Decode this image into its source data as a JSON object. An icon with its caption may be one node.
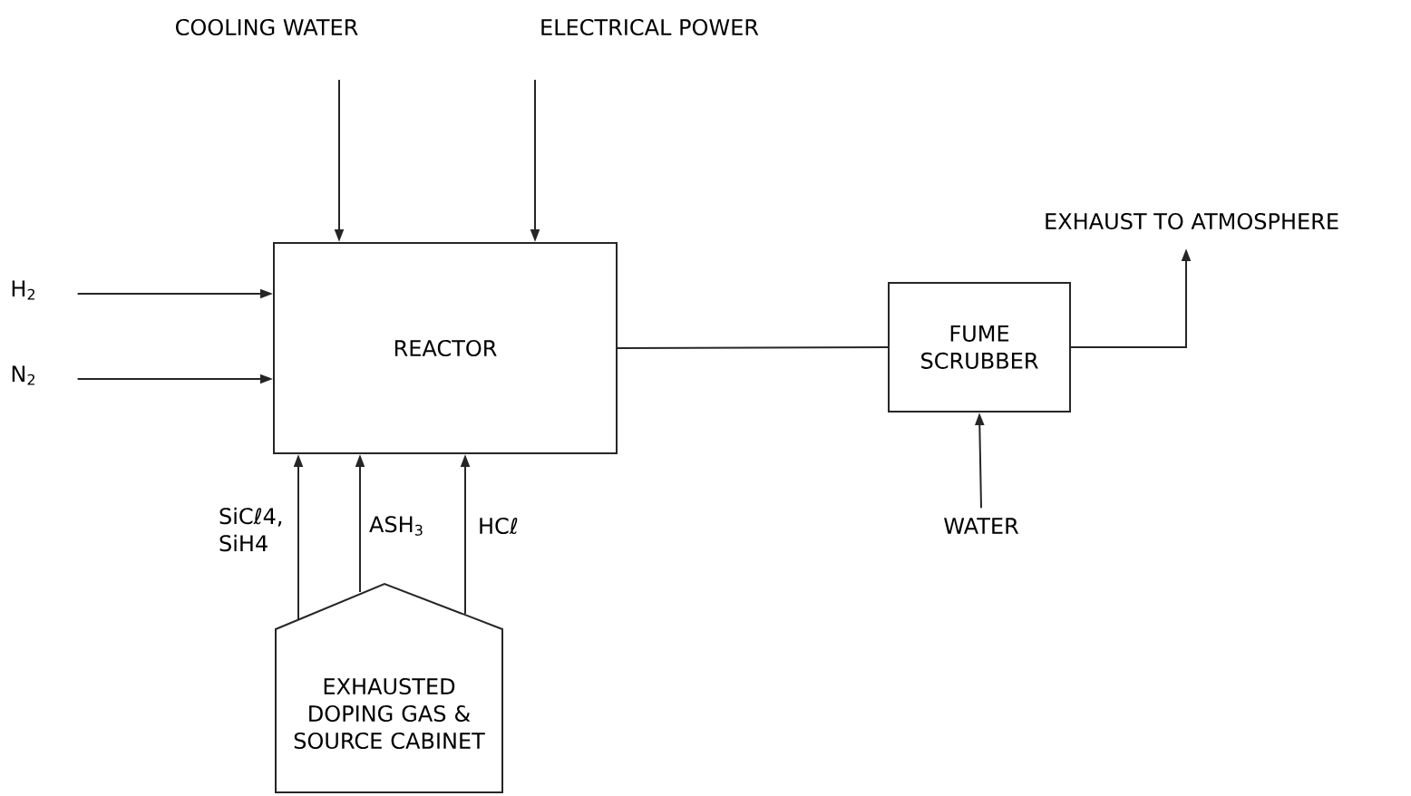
{
  "diagram": {
    "nodes": [
      {
        "text": [
          "COOLING WATER"
        ]
      },
      {
        "text": [
          "ELECTRICAL POWER"
        ]
      },
      {
        "text": [
          "H$_{2}$"
        ]
      },
      {
        "text": [
          "N$_{2}$"
        ]
      },
      {
        "text": [
          "REACTOR"
        ]
      },
      {
        "text": [
          "FUME SCRUBBER"
        ]
      },
      {
        "text": [
          "EXHAUST TO ATMOSPHERE"
        ]
      },
      {
        "text": [
          "WATER"
        ]
      },
      {
        "text": [
          "EXHAUSTED DOPING GAS & SOURCE CABINET"
        ]
      }
    ],
    "edges": [
      {
        "from": 0,
        "to": 4,
        "arrow": "to"
      },
      {
        "from": 1,
        "to": 4,
        "arrow": "to"
      },
      {
        "from": 2,
        "to": 4,
        "arrow": "to"
      },
      {
        "from": 3,
        "to": 4,
        "arrow": "to"
      },
      {
        "from": 4,
        "to": 5,
        "arrow": "none"
      },
      {
        "from": 5,
        "to": 6,
        "arrow": "to"
      },
      {
        "from": 7,
        "to": 5,
        "arrow": "to"
      },
      {
        "from": 8,
        "to": 4,
        "arrow": "to",
        "label": "SiCℓ4, SiH4"
      },
      {
        "from": 8,
        "to": 4,
        "arrow": "to",
        "label": "ASH$_{3}$"
      },
      {
        "from": 8,
        "to": 4,
        "arrow": "to",
        "label": "HCℓ"
      }
    ]
  }
}
